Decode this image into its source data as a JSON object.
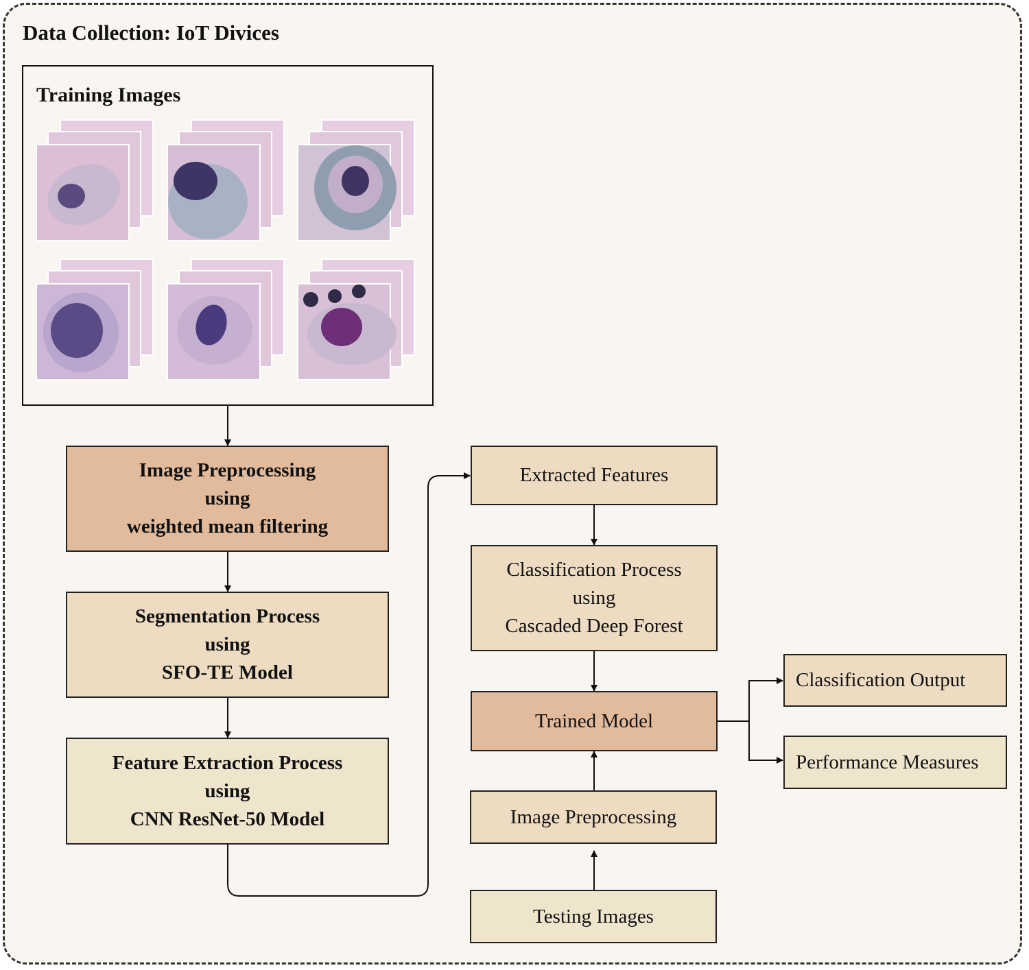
{
  "header": {
    "title": "Data Collection: IoT Divices"
  },
  "training": {
    "title": "Training Images"
  },
  "boxes": {
    "preprocess": [
      "Image Preprocessing",
      "using",
      "weighted mean filtering"
    ],
    "segmentation": [
      "Segmentation Process",
      "using",
      "SFO-TE Model"
    ],
    "feature_extraction": [
      "Feature Extraction Process",
      "using",
      "CNN ResNet-50 Model"
    ],
    "extracted": [
      "Extracted Features"
    ],
    "classification": [
      "Classification Process",
      "using",
      "Cascaded Deep Forest"
    ],
    "trained": [
      "Trained Model"
    ],
    "test_preprocess": [
      "Image Preprocessing"
    ],
    "testing": [
      "Testing Images"
    ],
    "output": [
      "Classification Output"
    ],
    "measures": [
      "Performance Measures"
    ]
  },
  "colors": {
    "background": "#f9f5f0",
    "box_dark": "#e2bb9c",
    "box_mid": "#eedcc2",
    "box_light": "#efe4cc",
    "cell_pink": "#dcbfd6",
    "nucleus": "#4b3a72"
  }
}
